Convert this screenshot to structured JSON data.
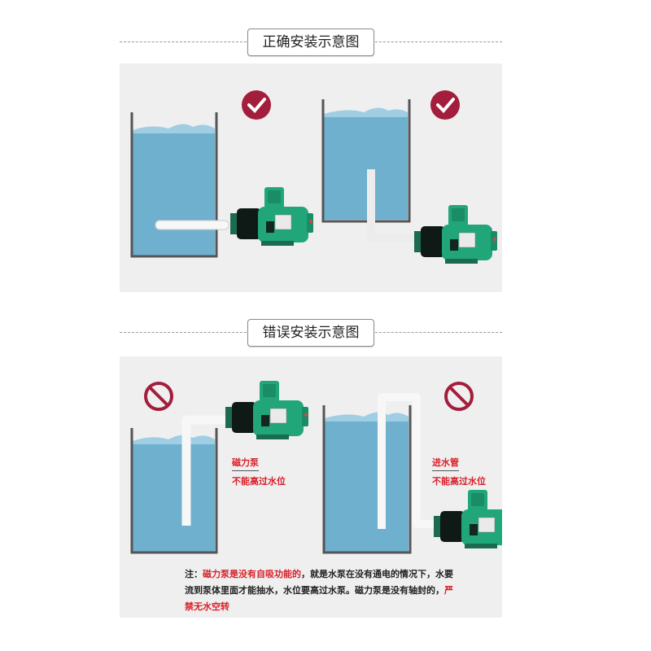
{
  "correct": {
    "title": "正确安装示意图"
  },
  "wrong": {
    "title": "错误安装示意图",
    "label_pump_1": "磁力泵",
    "label_pump_2": "不能高过水位",
    "label_inlet_1": "进水管",
    "label_inlet_2": "不能高过水位"
  },
  "note": {
    "prefix": "注：",
    "red1": "磁力泵是没有自吸功能的",
    "text1": "，就是水泵在没有通电的情况下，水要流到泵体里面才能抽水，水位要高过水泵。磁力泵是没有轴封的，",
    "red2": "严禁无水空转"
  },
  "colors": {
    "panel_bg": "#efefef",
    "water": "#6fb0cf",
    "pump_green": "#21a67a",
    "ok_mark": "#a31d3c",
    "no_mark": "#a31d3c",
    "warning_text": "#d8202a"
  }
}
